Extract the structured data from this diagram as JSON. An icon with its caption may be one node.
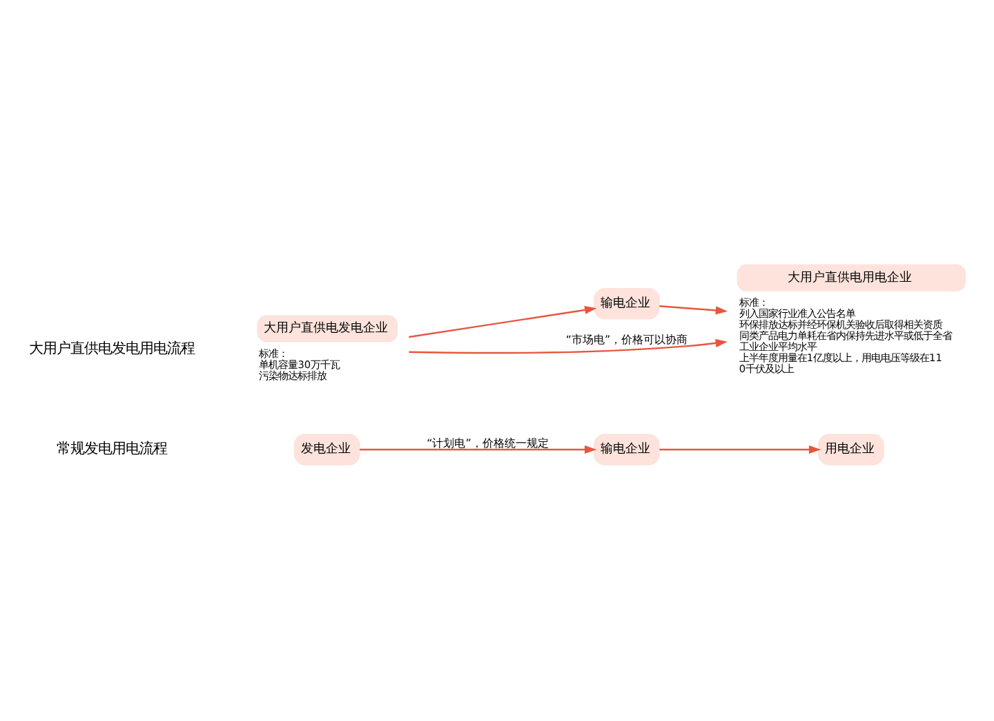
{
  "diagram": {
    "nodes": [
      {
        "text": [
          "发电企业"
        ]
      },
      {
        "text": [
          "输电企业"
        ]
      },
      {
        "text": [
          "用电企业"
        ]
      },
      {
        "text": [
          "大用户直供电发电企业"
        ],
        "beside": [
          "标准：",
          "单机容量30万千瓦",
          "污染物达标排放"
        ]
      },
      {
        "text": [
          "输电企业"
        ]
      },
      {
        "text": [
          "大用户直供电用电企业"
        ],
        "beside": [
          "标准：",
          "列入国家行业准入公告名单",
          "环保排放达标并经环保机关验收后取得相关资质",
          "同类产品电力单耗在省内保持先进水平或低于全省工业企业平均水平",
          "上半年度用量在1亿度以上，用电电压等级在110千伏及以上"
        ]
      }
    ],
    "edges": [
      {
        "from": 0,
        "to": 1,
        "arrow": "to",
        "label": "“计划电”，价格统一规定"
      },
      {
        "from": 1,
        "to": 2,
        "arrow": "to"
      },
      {
        "from": 3,
        "to": 4,
        "arrow": "to"
      },
      {
        "from": 4,
        "to": 5,
        "arrow": "to"
      },
      {
        "from": 3,
        "to": 5,
        "arrow": "to",
        "label": "“市场电”，价格可以协商"
      }
    ],
    "labels": [
      "常规发电用电流程",
      "大用户直供电发电用电流程"
    ]
  }
}
